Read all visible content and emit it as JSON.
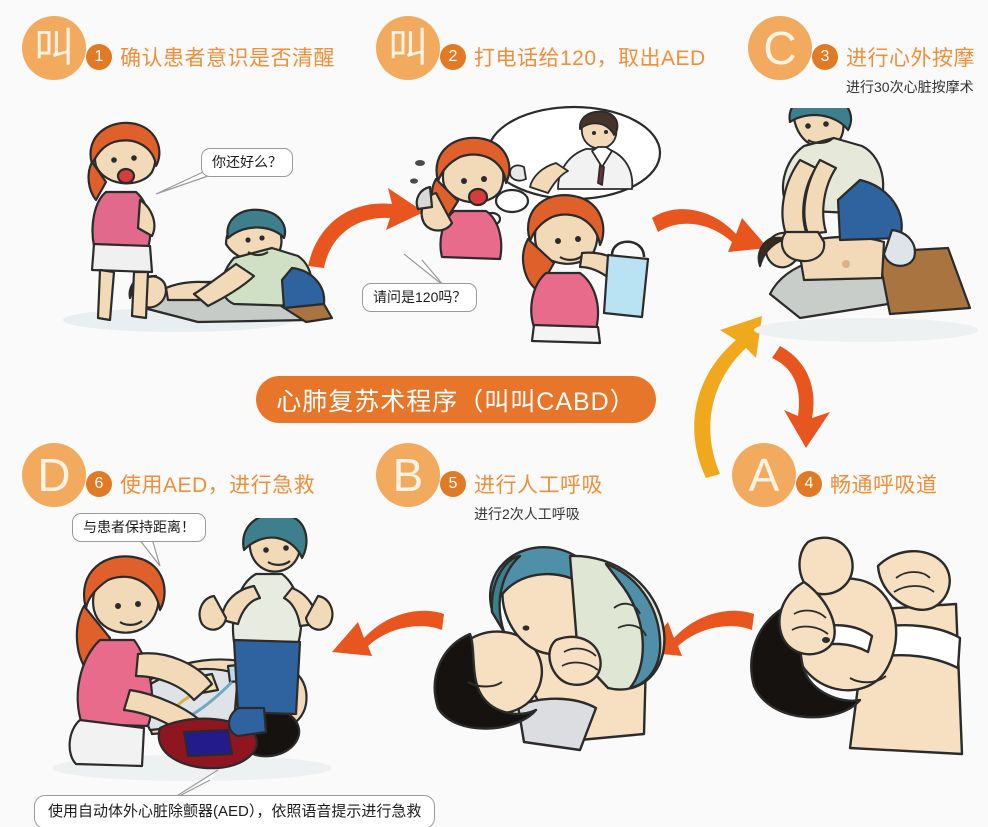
{
  "poster": {
    "background_color": "#fafafa",
    "title_banner": "心肺复苏术程序（叫叫CABD）",
    "banner_color": "#e8762a",
    "letter_circle_color": "#f2ab5e",
    "number_badge_color": "#e07a24",
    "title_text_color": "#ef8f3a",
    "subtitle_text_color": "#333333",
    "arrow_red_color": "#e8551f",
    "arrow_gold_color": "#f0a81c"
  },
  "steps": [
    {
      "key": "step-1",
      "letter": "叫",
      "letter_kind": "cjk",
      "number": "1",
      "title": "确认患者意识是否清醒",
      "subtitle": ""
    },
    {
      "key": "step-2",
      "letter": "叫",
      "letter_kind": "cjk",
      "number": "2",
      "title": "打电话给120，取出AED",
      "subtitle": ""
    },
    {
      "key": "step-3",
      "letter": "C",
      "letter_kind": "latin",
      "number": "3",
      "title": "进行心外按摩",
      "subtitle": "进行30次心脏按摩术"
    },
    {
      "key": "step-4",
      "letter": "A",
      "letter_kind": "latin",
      "number": "4",
      "title": "畅通呼吸道",
      "subtitle": ""
    },
    {
      "key": "step-5",
      "letter": "B",
      "letter_kind": "latin",
      "number": "5",
      "title": "进行人工呼吸",
      "subtitle": "进行2次人工呼吸"
    },
    {
      "key": "step-6",
      "letter": "D",
      "letter_kind": "latin",
      "number": "6",
      "title": "使用AED，进行急救",
      "subtitle": ""
    }
  ],
  "bubbles": {
    "check_response": "你还好么？",
    "call_120": "请问是120吗？",
    "keep_distance": "与患者保持距离！",
    "aed_caption": "使用自动体外心脏除颤器(AED），依照语音提示进行急救"
  },
  "illustrations": [
    {
      "key": "illus-check-response",
      "description": "救援者跪地呼唤倒地患者，旁边女子惊慌站立"
    },
    {
      "key": "illus-call-120",
      "description": "女子用手机拨打120，另一女子取出急救包"
    },
    {
      "key": "illus-chest-compression",
      "description": "救援者双手交叠为患者进行心外按摩"
    },
    {
      "key": "illus-open-airway",
      "description": "仰头抬颏法畅通患者呼吸道"
    },
    {
      "key": "illus-rescue-breathing",
      "description": "救援者口对口为患者进行人工呼吸"
    },
    {
      "key": "illus-aed-use",
      "description": "女子使用AED电极贴片，旁人后退保持距离"
    }
  ],
  "arrows": [
    {
      "key": "arrow-1-to-2",
      "color": "#e8551f",
      "direction": "right"
    },
    {
      "key": "arrow-2-to-3",
      "color": "#e8551f",
      "direction": "right"
    },
    {
      "key": "arrow-3-to-4",
      "color": "#e8551f",
      "direction": "down"
    },
    {
      "key": "arrow-4-to-5",
      "color": "#e8551f",
      "direction": "left"
    },
    {
      "key": "arrow-5-to-6",
      "color": "#e8551f",
      "direction": "left"
    },
    {
      "key": "arrow-5-to-3",
      "color": "#f0a81c",
      "direction": "up-right"
    }
  ]
}
